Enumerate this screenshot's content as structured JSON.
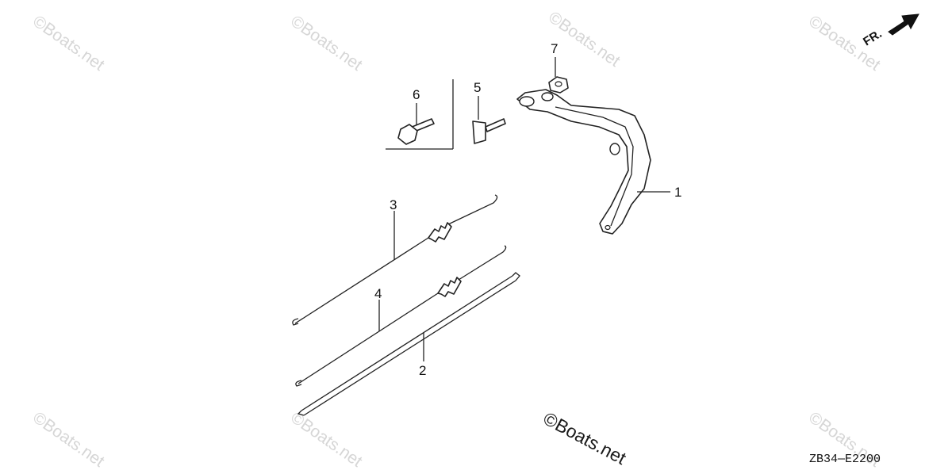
{
  "watermark": "©Boats.net",
  "diagram_code": "ZB34—E2200",
  "direction_label": "FR.",
  "callouts": [
    "1",
    "2",
    "3",
    "4",
    "5",
    "6",
    "7"
  ]
}
